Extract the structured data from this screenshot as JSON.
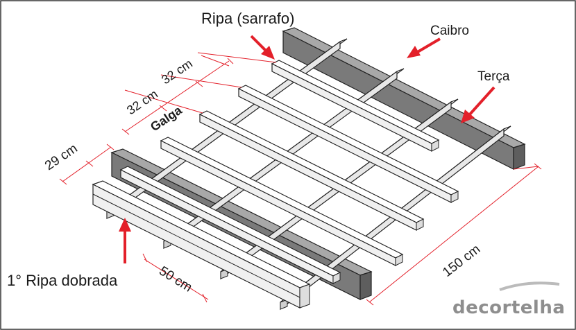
{
  "diagram": {
    "labels": {
      "ripa": "Ripa (sarrafo)",
      "caibro": "Caibro",
      "terca": "Terça",
      "galga": "Galga",
      "galga_1": "32 cm",
      "galga_2": "32 cm",
      "first_gap": "29 cm",
      "rafter_spacing": "50 cm",
      "length": "150 cm",
      "first_batten": "1° Ripa dobrada"
    },
    "brand": "decortelha",
    "colors": {
      "arrow": "#e3202a",
      "dimension_line": "#e3202a",
      "purlin": "#777777",
      "batten_fill": "#ffffff",
      "outline": "#222222"
    }
  }
}
